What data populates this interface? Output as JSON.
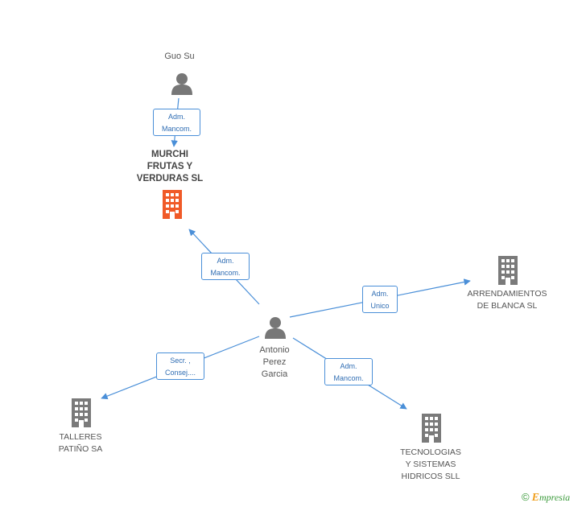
{
  "colors": {
    "edge": "#4a8fd8",
    "person": "#777777",
    "company": "#7a7a7a",
    "highlight": "#f05a28"
  },
  "nodes": {
    "guo_su": {
      "label": "Guo Su",
      "icon": "person-icon"
    },
    "murchi": {
      "label_lines": [
        "MURCHI",
        "FRUTAS Y",
        "VERDURAS SL"
      ],
      "icon": "building-icon"
    },
    "antonio": {
      "label_lines": [
        "Antonio",
        "Perez",
        "Garcia"
      ],
      "icon": "person-icon"
    },
    "arrendamientos": {
      "label_lines": [
        "ARRENDAMIENTOS",
        "DE BLANCA SL"
      ],
      "icon": "building-icon"
    },
    "talleres": {
      "label_lines": [
        "TALLERES",
        "PATIÑO SA"
      ],
      "icon": "building-icon"
    },
    "tecnologias": {
      "label_lines": [
        "TECNOLOGIAS",
        "Y SISTEMAS",
        "HIDRICOS SLL"
      ],
      "icon": "building-icon"
    }
  },
  "edges": {
    "guo_murchi": [
      "Adm.",
      "Mancom."
    ],
    "antonio_murchi": [
      "Adm.",
      "Mancom."
    ],
    "antonio_arrendamientos": [
      "Adm.",
      "Unico"
    ],
    "antonio_talleres": [
      "Secr. ,",
      "Consej...."
    ],
    "antonio_tecnologias": [
      "Adm.",
      "Mancom."
    ]
  },
  "footer": {
    "copyright": "©",
    "brand_initial": "E",
    "brand_rest": "mpresia"
  }
}
